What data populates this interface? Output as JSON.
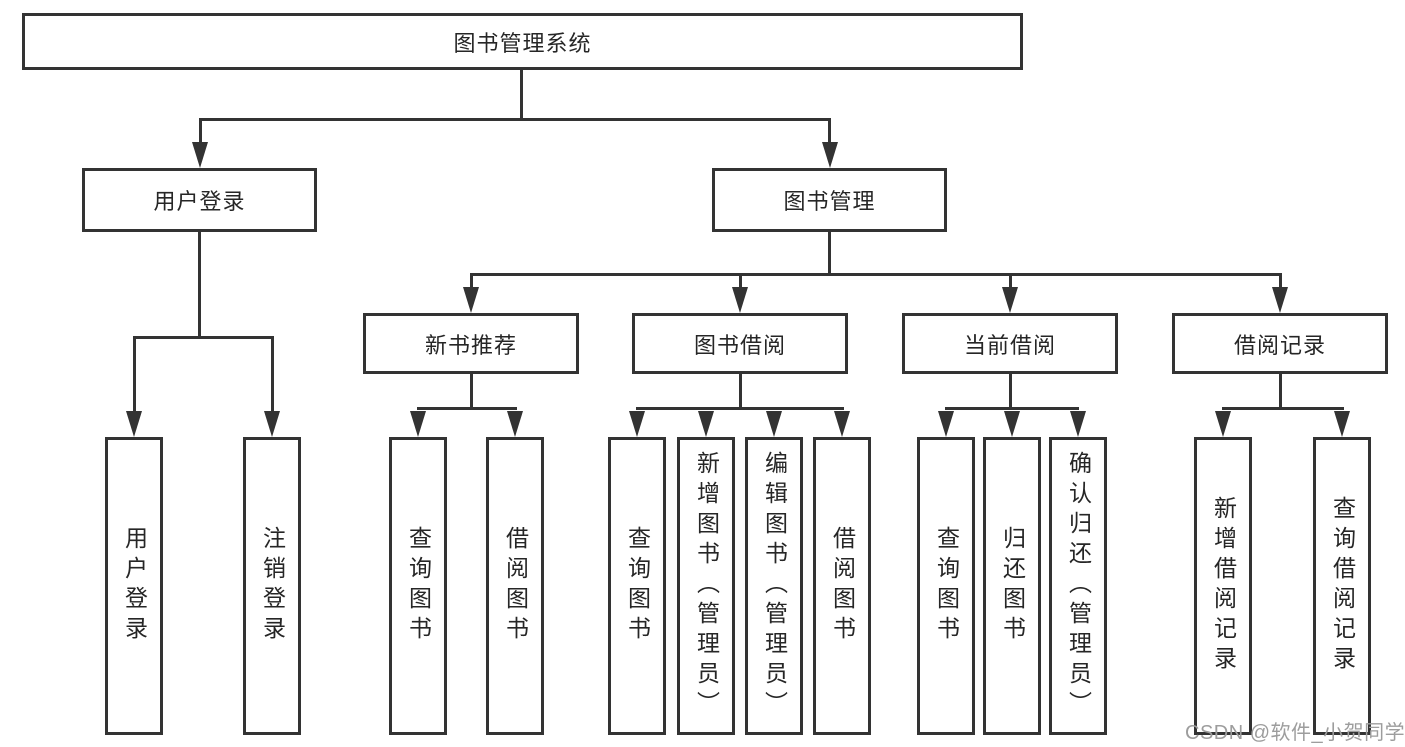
{
  "diagram_title": "图书管理系统",
  "root": {
    "label": "图书管理系统"
  },
  "level2": [
    {
      "label": "用户登录"
    },
    {
      "label": "图书管理"
    }
  ],
  "level3": [
    {
      "label": "新书推荐"
    },
    {
      "label": "图书借阅"
    },
    {
      "label": "当前借阅"
    },
    {
      "label": "借阅记录"
    }
  ],
  "leaves": {
    "user_login": [
      "用户登录",
      "注销登录"
    ],
    "new_book": [
      "查询图书",
      "借阅图书"
    ],
    "borrow": [
      "查询图书",
      "新增图书（管理员）",
      "编辑图书（管理员）",
      "借阅图书"
    ],
    "current": [
      "查询图书",
      "归还图书",
      "确认归还（管理员）"
    ],
    "record": [
      "新增借阅记录",
      "查询借阅记录"
    ]
  },
  "watermark": "CSDN @软件_小贺同学",
  "colors": {
    "line": "#333333",
    "text": "#262626",
    "watermark": "#9d9d9d",
    "background": "#ffffff"
  }
}
